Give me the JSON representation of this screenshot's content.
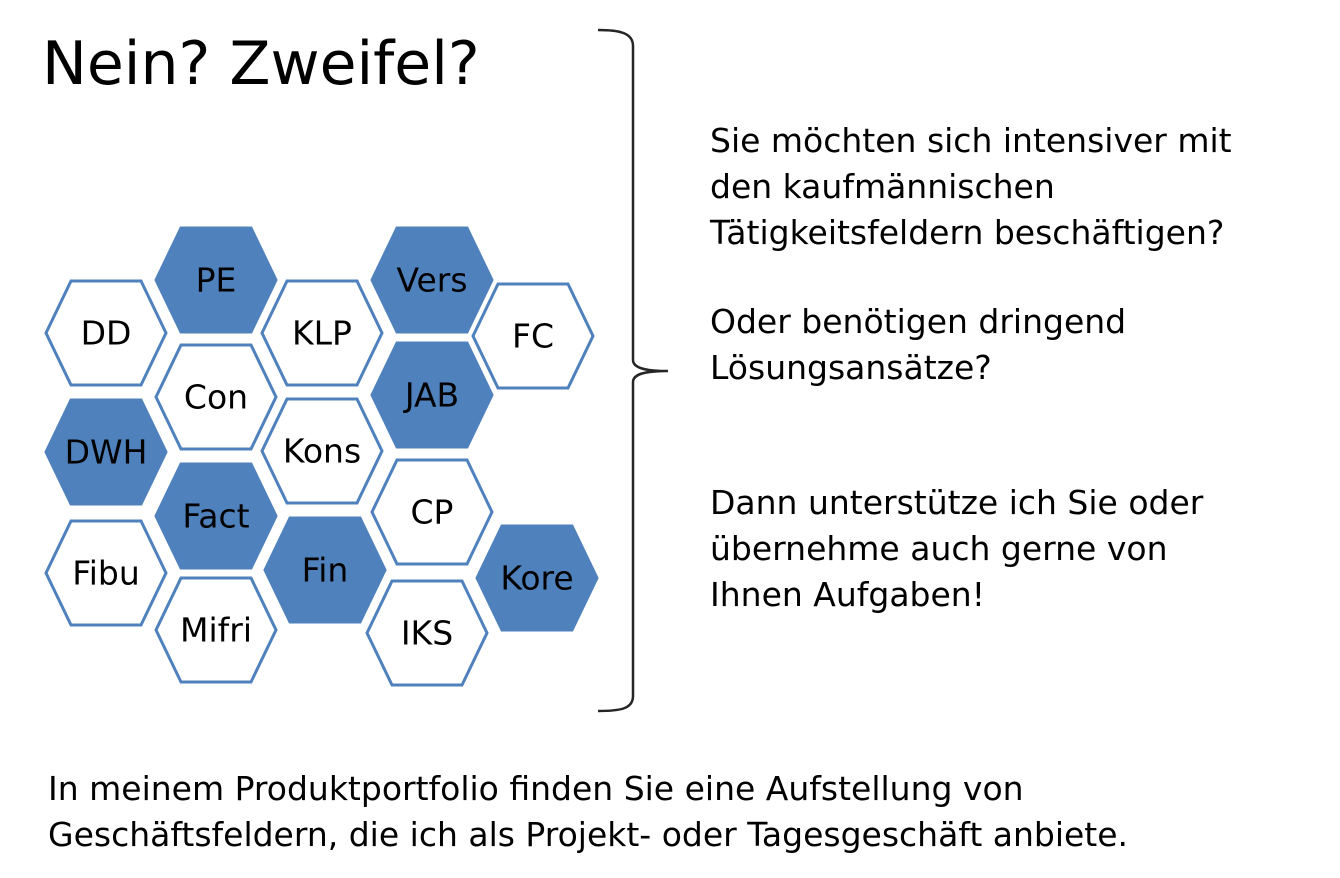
{
  "title": "Nein? Zweifel?",
  "colors": {
    "filled": "#4f81bd",
    "outline": "#4f81bd",
    "empty_fill": "#ffffff",
    "brace": "#262626"
  },
  "hexagons": [
    {
      "label": "PE",
      "filled": true
    },
    {
      "label": "Vers",
      "filled": true
    },
    {
      "label": "DD",
      "filled": false
    },
    {
      "label": "KLP",
      "filled": false
    },
    {
      "label": "FC",
      "filled": false
    },
    {
      "label": "Con",
      "filled": false
    },
    {
      "label": "JAB",
      "filled": true
    },
    {
      "label": "DWH",
      "filled": true
    },
    {
      "label": "Kons",
      "filled": false
    },
    {
      "label": "Fact",
      "filled": true
    },
    {
      "label": "CP",
      "filled": false
    },
    {
      "label": "Fibu",
      "filled": false
    },
    {
      "label": "Fin",
      "filled": true
    },
    {
      "label": "Kore",
      "filled": true
    },
    {
      "label": "Mifri",
      "filled": false
    },
    {
      "label": "IKS",
      "filled": false
    }
  ],
  "questions": [
    {
      "lines": [
        "Sie möchten sich intensiver mit",
        "den kaufmännischen",
        "Tätigkeitsfeldern beschäftigen?"
      ]
    },
    {
      "lines": [
        "Oder benötigen dringend",
        "Lösungsansätze?"
      ]
    },
    {
      "lines": [
        "Dann unterstütze ich Sie oder",
        "übernehme auch gerne von",
        "Ihnen Aufgaben!"
      ]
    }
  ],
  "footer": {
    "lines": [
      "In meinem Produktportfolio finden Sie eine Aufstellung von",
      "Geschäftsfeldern, die ich als Projekt- oder Tagesgeschäft anbiete."
    ]
  }
}
